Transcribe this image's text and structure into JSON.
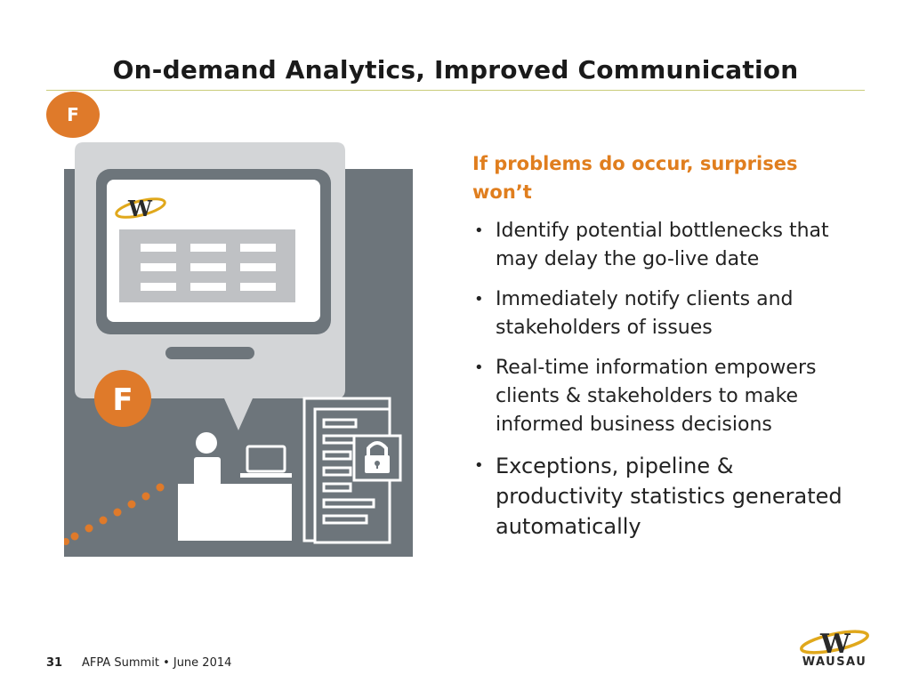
{
  "slide": {
    "title": "On-demand Analytics, Improved Communication",
    "badge_letter": "F"
  },
  "illustration": {
    "bubble_letter": "F",
    "colors": {
      "gray_dark": "#6d757b",
      "gray_light": "#d3d5d7",
      "orange": "#df7a2a",
      "gold": "#e0a81c"
    }
  },
  "content": {
    "heading": "If problems do occur, surprises won’t",
    "bullets": [
      "Identify potential bottlenecks that may delay the go-live date",
      "Immediately notify clients and stakeholders of issues",
      "Real-time information empowers clients & stakeholders to make informed business decisions",
      "Exceptions, pipeline & productivity statistics generated automatically"
    ]
  },
  "footer": {
    "page_number": "31",
    "text": "AFPA Summit • June 2014",
    "logo_text": "WAUSAU"
  }
}
